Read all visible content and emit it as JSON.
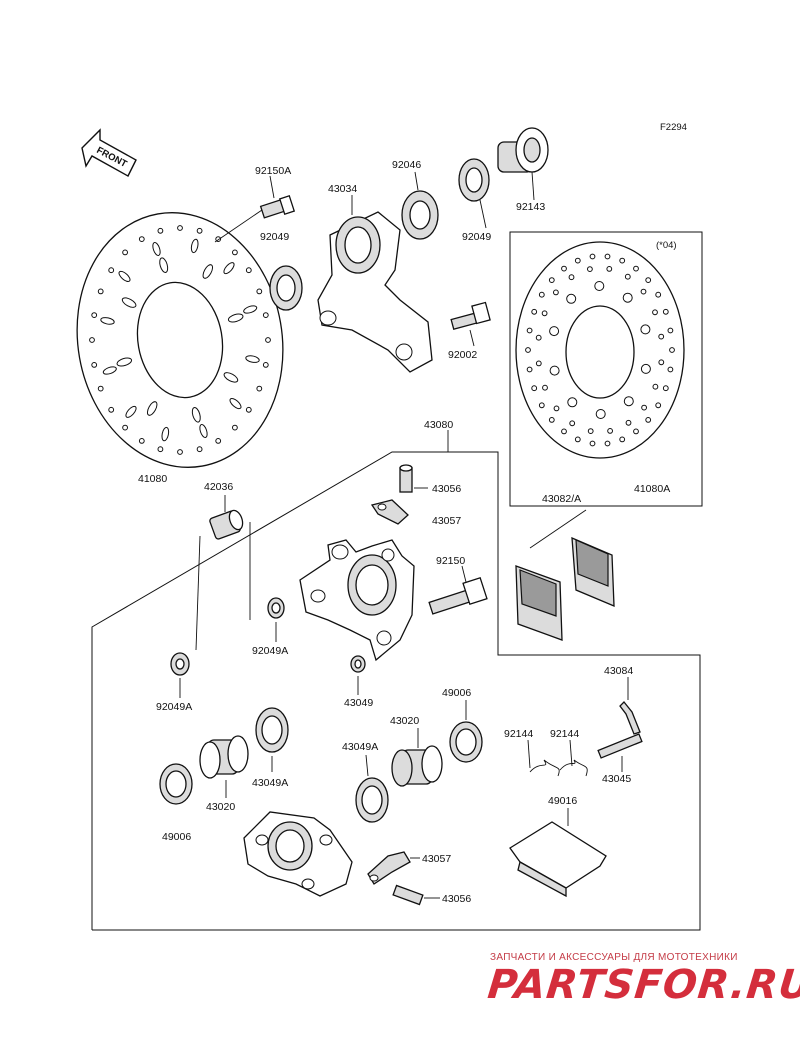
{
  "diagram_code": "F2294",
  "front_label": "FRONT",
  "variant_note": "(*04)",
  "parts": {
    "p92150A": "92150A",
    "p43034": "43034",
    "p92046": "92046",
    "p92143": "92143",
    "p92049_top_left": "92049",
    "p92049_top_right": "92049",
    "p92002": "92002",
    "p41080": "41080",
    "p41080A": "41080A",
    "p43080": "43080",
    "p42036": "42036",
    "p43056_top": "43056",
    "p43057_top": "43057",
    "p43082A": "43082/A",
    "p92150": "92150",
    "p92049A_mid": "92049A",
    "p92049A_left": "92049A",
    "p43049": "43049",
    "p43084": "43084",
    "p49006_right": "49006",
    "p43020_right": "43020",
    "p92144_a": "92144",
    "p92144_b": "92144",
    "p43045": "43045",
    "p43049A_right": "43049A",
    "p43049A_left": "43049A",
    "p43020_left": "43020",
    "p49006_left": "49006",
    "p49016": "49016",
    "p43057_bottom": "43057",
    "p43056_bottom": "43056"
  },
  "watermark": {
    "tagline": "ЗАПЧАСТИ И АКСЕССУАРЫ ДЛЯ МОТОТЕХНИКИ",
    "logo": "PARTSFOR.RU"
  }
}
